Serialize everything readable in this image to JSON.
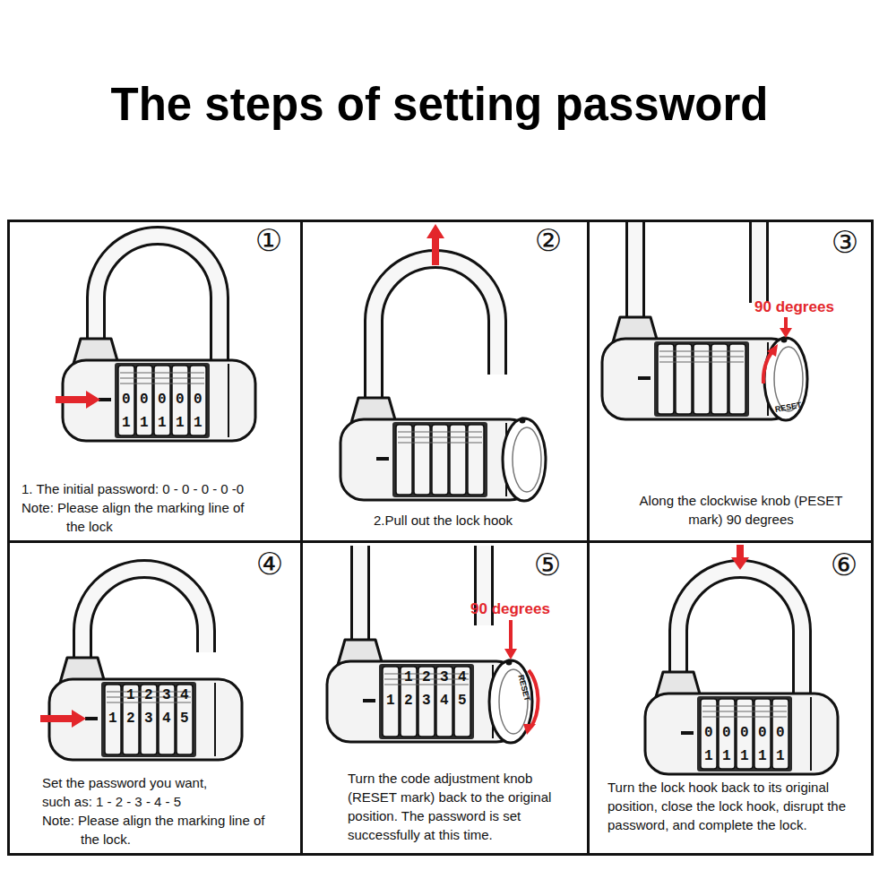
{
  "diagram": {
    "title": "The steps of setting password",
    "nodes": [
      {
        "text": [
          "①",
          "1. The initial password: 0 - 0 - 0 - 0 -0",
          "Note: Please align the marking line of the lock"
        ]
      },
      {
        "text": [
          "②",
          "2.Pull out the lock hook"
        ]
      },
      {
        "text": [
          "③",
          "Along the clockwise knob (PESET mark) 90 degrees"
        ]
      },
      {
        "text": [
          "④",
          "Set the password you want, such as: 1 - 2 - 3 - 4 - 5",
          "Note: Please align the marking line of the lock."
        ]
      },
      {
        "text": [
          "⑤",
          "Turn the code adjustment knob (RESET mark) back to the original position. The password is set successfully at this time."
        ]
      },
      {
        "text": [
          "⑥",
          "Turn the lock hook back to its original position, close the lock hook, disrupt the password, and complete the lock."
        ]
      }
    ],
    "labels": [
      "00000",
      "11111",
      "90 degrees",
      "RESET",
      "1234",
      "12345",
      "90 degrees",
      "RESET",
      "1234",
      "12345",
      "00000",
      "11111"
    ]
  }
}
